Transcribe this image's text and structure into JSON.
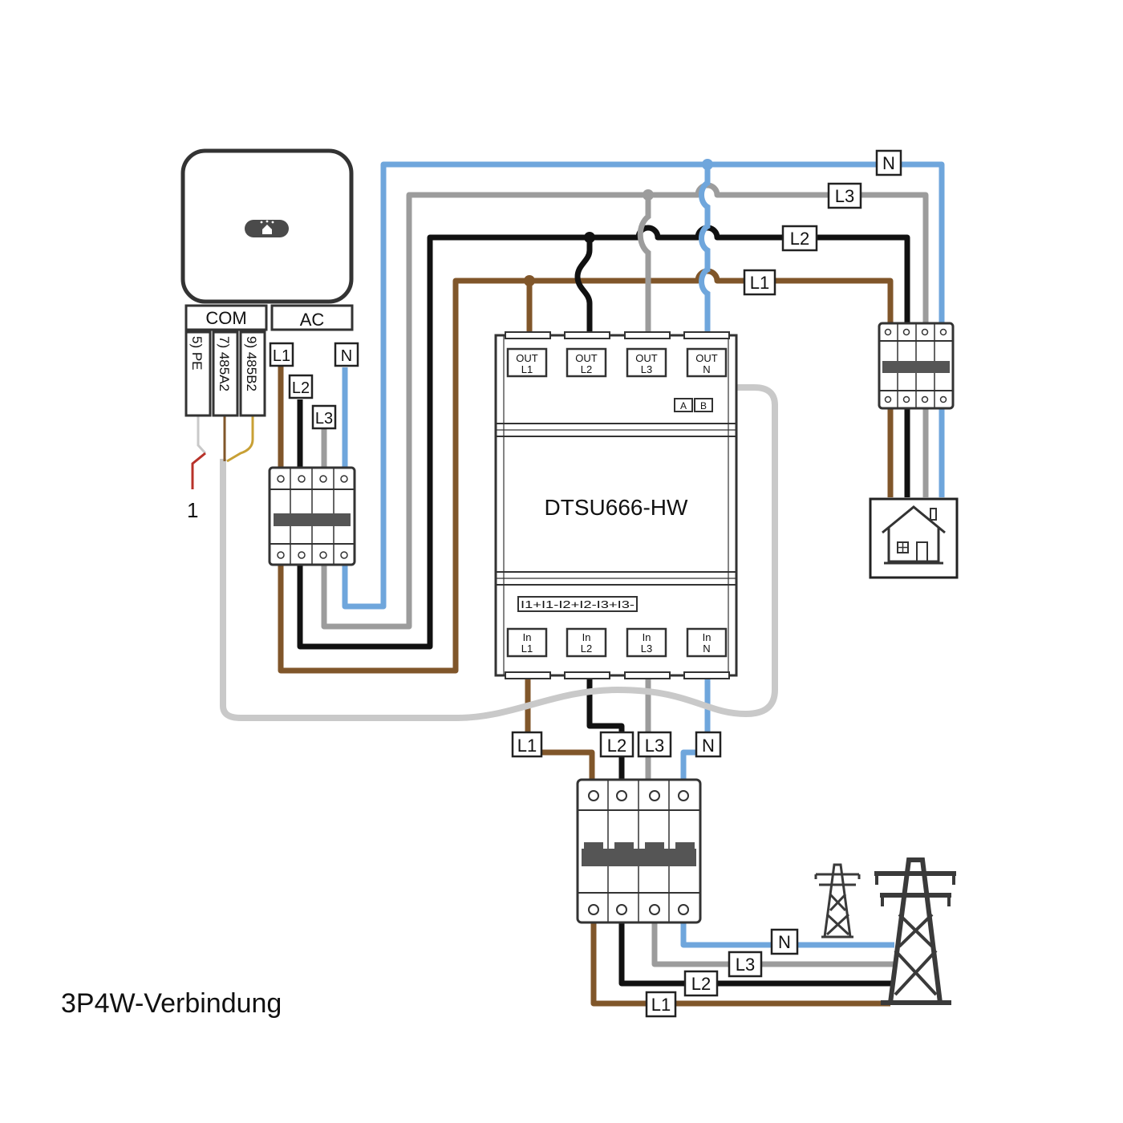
{
  "title": "3P4W-Verbindung",
  "colors": {
    "L1": "#80562a",
    "L2": "#111111",
    "L3": "#9c9c9c",
    "N": "#6fa6dc",
    "rs485_a": "#c8a035",
    "pe": "#b8322a",
    "rs485_cable": "#c9c9c9"
  },
  "inverter": {
    "icon": "home-icon",
    "com_label": "COM",
    "ac_label": "AC",
    "com_pins": [
      "5) PE",
      "7) 485A2",
      "9) 485B2"
    ],
    "ac_terminals": [
      "L1",
      "L2",
      "L3",
      "N"
    ],
    "pe_note": "1"
  },
  "meter": {
    "name": "DTSU666-HW",
    "out_terminals": [
      [
        "OUT",
        "L1"
      ],
      [
        "OUT",
        "L2"
      ],
      [
        "OUT",
        "L3"
      ],
      [
        "OUT",
        "N"
      ]
    ],
    "in_terminals": [
      [
        "In",
        "L1"
      ],
      [
        "In",
        "L2"
      ],
      [
        "In",
        "L3"
      ],
      [
        "In",
        "N"
      ]
    ],
    "rs485": [
      "A",
      "B"
    ],
    "ct_terminals": "I1+I1-I2+I2-I3+I3-"
  },
  "wire_labels": {
    "top": [
      "N",
      "L3",
      "L2",
      "L1"
    ],
    "bottom": [
      "L1",
      "L2",
      "L3",
      "N"
    ],
    "grid": [
      "N",
      "L3",
      "L2",
      "L1"
    ]
  },
  "load_icon": "house-icon",
  "grid_icon": "power-pylon-icon"
}
